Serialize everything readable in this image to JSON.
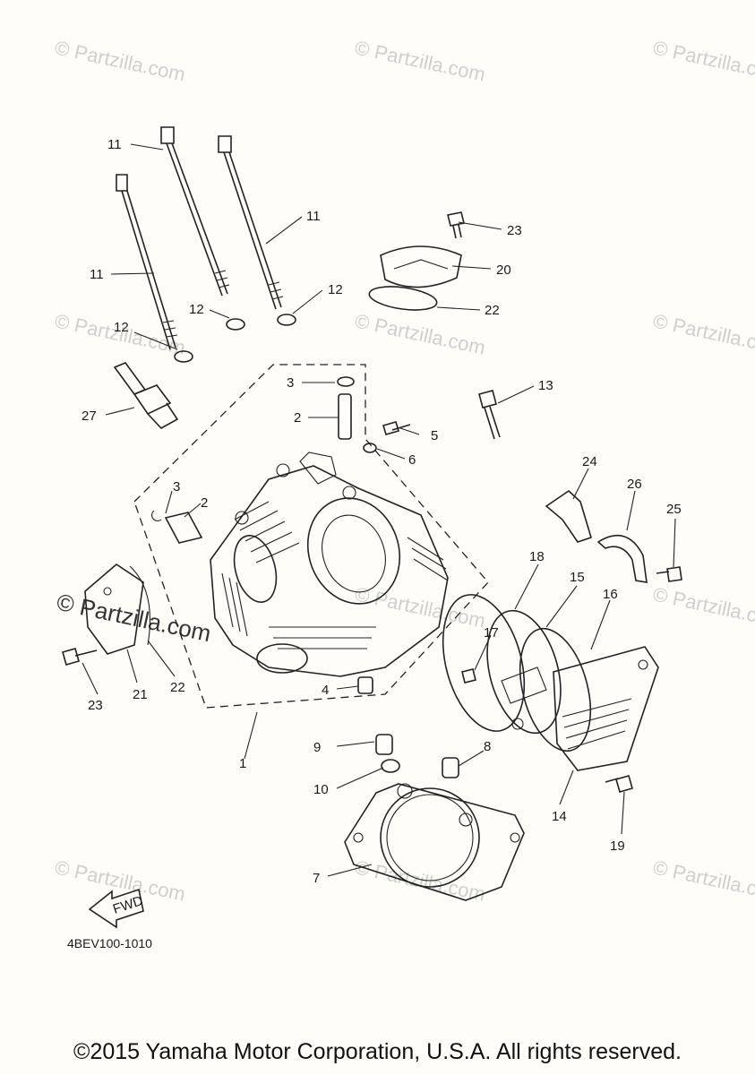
{
  "watermark": {
    "text": "© Partzilla.com",
    "feature_text": "© Partzilla.com"
  },
  "callouts": {
    "c1": "1",
    "c2a": "2",
    "c2b": "2",
    "c3a": "3",
    "c3b": "3",
    "c4": "4",
    "c5": "5",
    "c6": "6",
    "c7": "7",
    "c8": "8",
    "c9": "9",
    "c10": "10",
    "c11a": "11",
    "c11b": "11",
    "c11c": "11",
    "c12a": "12",
    "c12b": "12",
    "c12c": "12",
    "c13": "13",
    "c14": "14",
    "c15": "15",
    "c16": "16",
    "c17": "17",
    "c18": "18",
    "c19": "19",
    "c20": "20",
    "c21": "21",
    "c22a": "22",
    "c22b": "22",
    "c23a": "23",
    "c23b": "23",
    "c24": "24",
    "c25": "25",
    "c26": "26",
    "c27": "27"
  },
  "fwd_label": "FWD",
  "diagram_code": "4BEV100-1010",
  "copyright": "©2015 Yamaha Motor Corporation, U.S.A. All rights reserved."
}
